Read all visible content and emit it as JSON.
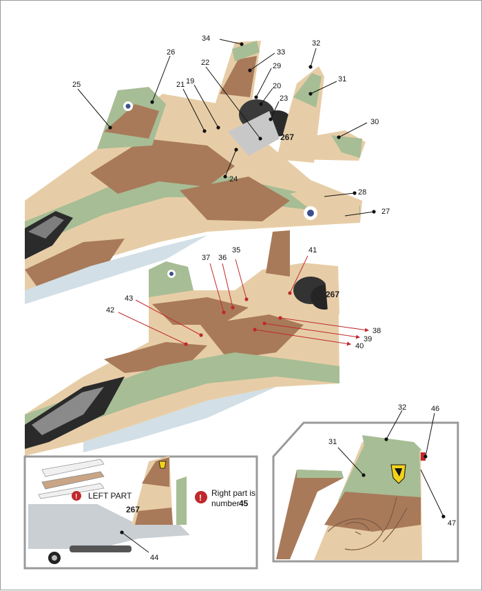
{
  "diagram": {
    "top_view": {
      "callouts": [
        {
          "id": "34",
          "label": "34"
        },
        {
          "id": "33",
          "label": "33"
        },
        {
          "id": "32",
          "label": "32"
        },
        {
          "id": "26",
          "label": "26"
        },
        {
          "id": "22",
          "label": "22"
        },
        {
          "id": "29",
          "label": "29"
        },
        {
          "id": "31",
          "label": "31"
        },
        {
          "id": "25",
          "label": "25"
        },
        {
          "id": "21",
          "label": "21"
        },
        {
          "id": "19",
          "label": "19"
        },
        {
          "id": "20",
          "label": "20"
        },
        {
          "id": "23",
          "label": "23"
        },
        {
          "id": "30",
          "label": "30"
        },
        {
          "id": "24",
          "label": "24"
        },
        {
          "id": "28",
          "label": "28"
        },
        {
          "id": "27",
          "label": "27"
        }
      ],
      "tail_number": "267"
    },
    "middle_view": {
      "callouts": [
        {
          "id": "37",
          "label": "37"
        },
        {
          "id": "36",
          "label": "36"
        },
        {
          "id": "35",
          "label": "35"
        },
        {
          "id": "41",
          "label": "41"
        },
        {
          "id": "43",
          "label": "43"
        },
        {
          "id": "42",
          "label": "42"
        },
        {
          "id": "38",
          "label": "38"
        },
        {
          "id": "39",
          "label": "39"
        },
        {
          "id": "40",
          "label": "40"
        }
      ],
      "tail_number": "267"
    },
    "inset_left": {
      "left_part_label": "LEFT PART",
      "right_part_text": "Right part is",
      "right_part_prefix": "number",
      "right_part_number": "45",
      "callout_44": "44",
      "tail_number": "267"
    },
    "inset_right": {
      "callouts": [
        {
          "id": "32",
          "label": "32"
        },
        {
          "id": "46",
          "label": "46"
        },
        {
          "id": "31",
          "label": "31"
        },
        {
          "id": "47",
          "label": "47"
        }
      ]
    }
  },
  "colors": {
    "sand": "#e7cda7",
    "brown": "#a87a5a",
    "green": "#a7bd95",
    "black_callout": "#111111",
    "red_callout": "#c0282d",
    "frame": "#9a9a9a"
  }
}
